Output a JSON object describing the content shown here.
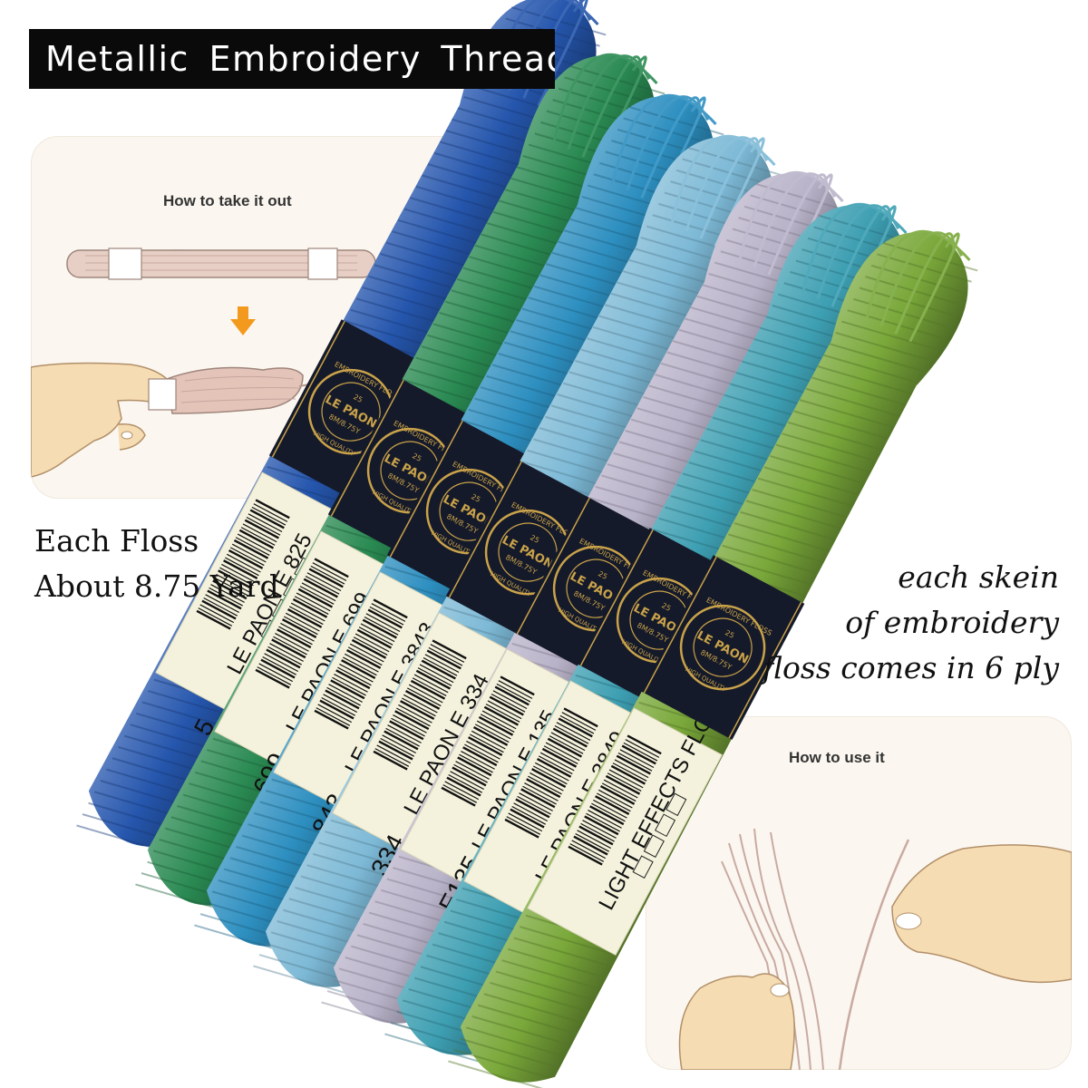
{
  "banner": {
    "title": "Metallic Embroidery Thread"
  },
  "take_out_card": {
    "heading": "How to take it out"
  },
  "use_card": {
    "heading": "How to use it"
  },
  "captions": {
    "floss_length_line1": "Each Floss",
    "floss_length_line2": "About 8.75 Yard",
    "ply_line1": "each skein",
    "ply_line2": "of embroidery",
    "ply_line3": "floss comes in 6 ply"
  },
  "band_text": {
    "ring_top": "EMBROIDERY FLOSS",
    "ring_center": "LE PAON",
    "ring_spec": "8M/8.75Y",
    "ring_count": "25",
    "ring_bottom": "HIGH QUALITY"
  },
  "skeins": [
    {
      "label": "LE PAON E 825",
      "end_code": "5",
      "color": "#2556ad"
    },
    {
      "label": "LE PAON E 699",
      "end_code": "699",
      "color": "#2a8a52"
    },
    {
      "label": "LE PAON E 3843",
      "end_code": "843",
      "color": "#2d8fc0"
    },
    {
      "label": "LE PAON E 334",
      "end_code": "334",
      "color": "#7db9d6"
    },
    {
      "label": "LE PAON E 135",
      "end_code": "E135",
      "color": "#b9b3c9"
    },
    {
      "label": "LE PAON E 3849",
      "end_code": "",
      "color": "#3d9fb2"
    },
    {
      "label": "LIGHT EFFECTS FLOSS",
      "end_code": "",
      "color": "#7aa83a"
    }
  ],
  "colors": {
    "banner_bg": "#0a0a0a",
    "card_bg": "#fbf7f0",
    "label_paper": "#f4f2dc",
    "band_dark": "#151a2a",
    "gold": "#c9a24a",
    "skin": "#f6dcb2",
    "pink_thread": "#dcb8b0"
  },
  "icons": [
    "arrow-down-icon",
    "arrow-pull-icon",
    "hand-icon",
    "barcode-icon",
    "care-symbols-icon"
  ]
}
